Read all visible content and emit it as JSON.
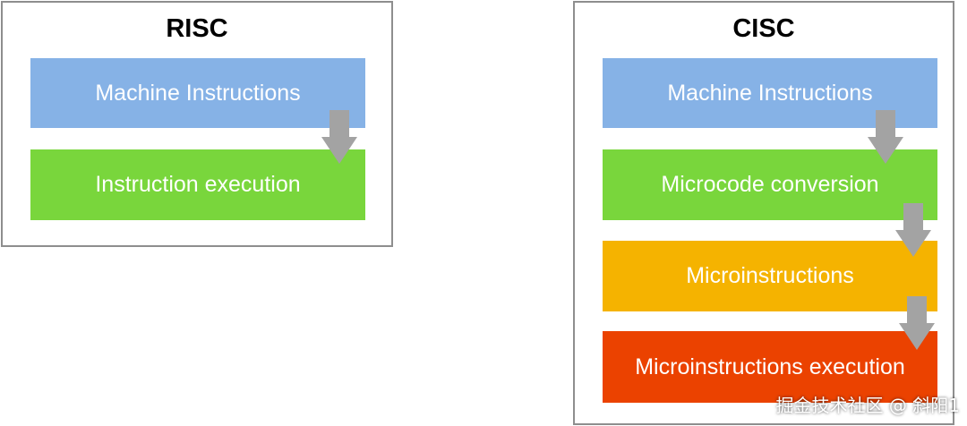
{
  "colors": {
    "blue": "#86b2e6",
    "green": "#79d63c",
    "amber": "#f5b300",
    "red": "#eb4200",
    "arrow": "#a3a3a3",
    "border": "#8e8e8e"
  },
  "risc": {
    "title": "RISC",
    "stages": [
      {
        "label": "Machine Instructions",
        "color": "blue"
      },
      {
        "label": "Instruction execution",
        "color": "green"
      }
    ]
  },
  "cisc": {
    "title": "CISC",
    "stages": [
      {
        "label": "Machine Instructions",
        "color": "blue"
      },
      {
        "label": "Microcode conversion",
        "color": "green"
      },
      {
        "label": "Microinstructions",
        "color": "amber"
      },
      {
        "label": "Microinstructions execution",
        "color": "red"
      }
    ]
  },
  "watermark": "掘金技术社区 @ 斜阳1"
}
